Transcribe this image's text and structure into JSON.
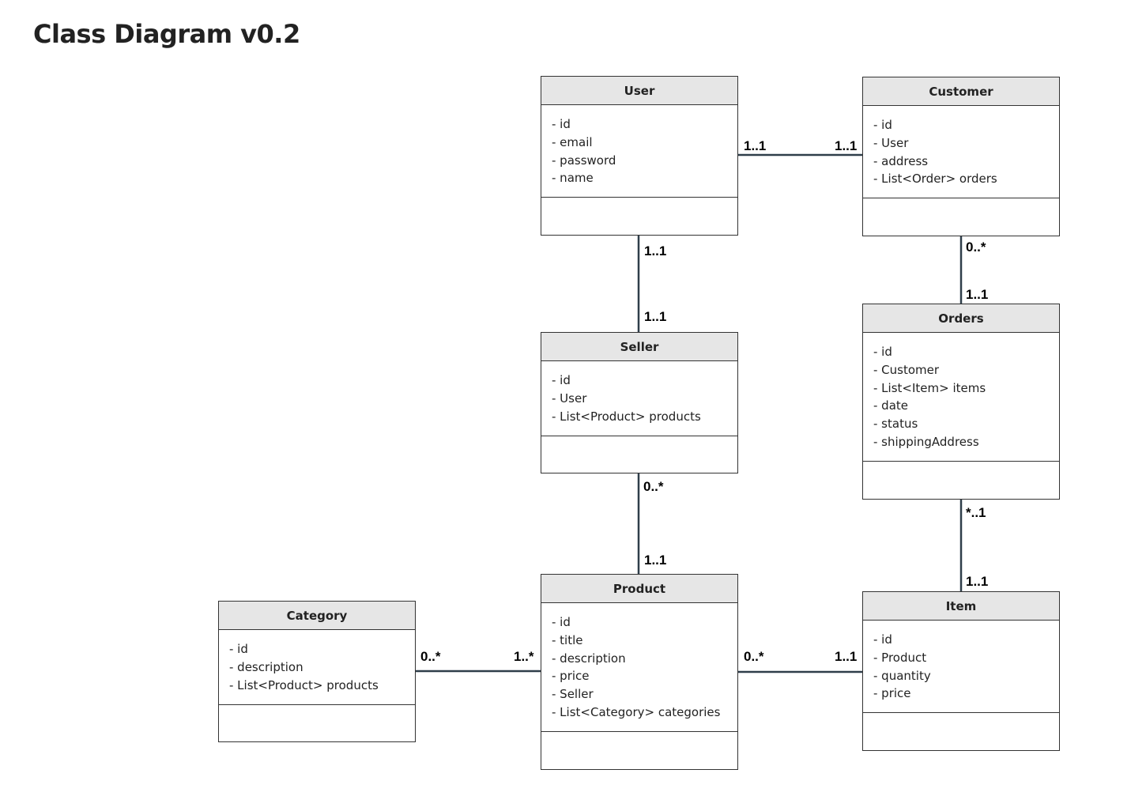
{
  "title": "Class Diagram v0.2",
  "colors": {
    "header_fill": "#e6e6e6",
    "border": "#333333",
    "connector": "#2f3e4a"
  },
  "classes": {
    "user": {
      "name": "User",
      "attributes": [
        "- id",
        "- email",
        "- password",
        "- name"
      ]
    },
    "customer": {
      "name": "Customer",
      "attributes": [
        "- id",
        "- User",
        "- address",
        "- List<Order> orders"
      ]
    },
    "seller": {
      "name": "Seller",
      "attributes": [
        "- id",
        "- User",
        "- List<Product> products"
      ]
    },
    "orders": {
      "name": "Orders",
      "attributes": [
        "- id",
        "- Customer",
        "- List<Item> items",
        "- date",
        "- status",
        "- shippingAddress"
      ]
    },
    "product": {
      "name": "Product",
      "attributes": [
        "- id",
        "- title",
        "- description",
        "- price",
        "- Seller",
        "- List<Category> categories"
      ]
    },
    "category": {
      "name": "Category",
      "attributes": [
        "- id",
        "- description",
        "- List<Product> products"
      ]
    },
    "item": {
      "name": "Item",
      "attributes": [
        "- id",
        "- Product",
        "- quantity",
        "- price"
      ]
    }
  },
  "associations": {
    "user_customer": {
      "from": "User",
      "to": "Customer",
      "from_mult": "1..1",
      "to_mult": "1..1"
    },
    "user_seller": {
      "from": "User",
      "to": "Seller",
      "from_mult": "1..1",
      "to_mult": "1..1"
    },
    "customer_orders": {
      "from": "Customer",
      "to": "Orders",
      "from_mult": "0..*",
      "to_mult": "1..1"
    },
    "seller_product": {
      "from": "Seller",
      "to": "Product",
      "from_mult": "0..*",
      "to_mult": "1..1"
    },
    "orders_item": {
      "from": "Orders",
      "to": "Item",
      "from_mult": "*..1",
      "to_mult": "1..1"
    },
    "category_product": {
      "from": "Category",
      "to": "Product",
      "from_mult": "0..*",
      "to_mult": "1..*"
    },
    "product_item": {
      "from": "Product",
      "to": "Item",
      "from_mult": "0..*",
      "to_mult": "1..1"
    }
  }
}
